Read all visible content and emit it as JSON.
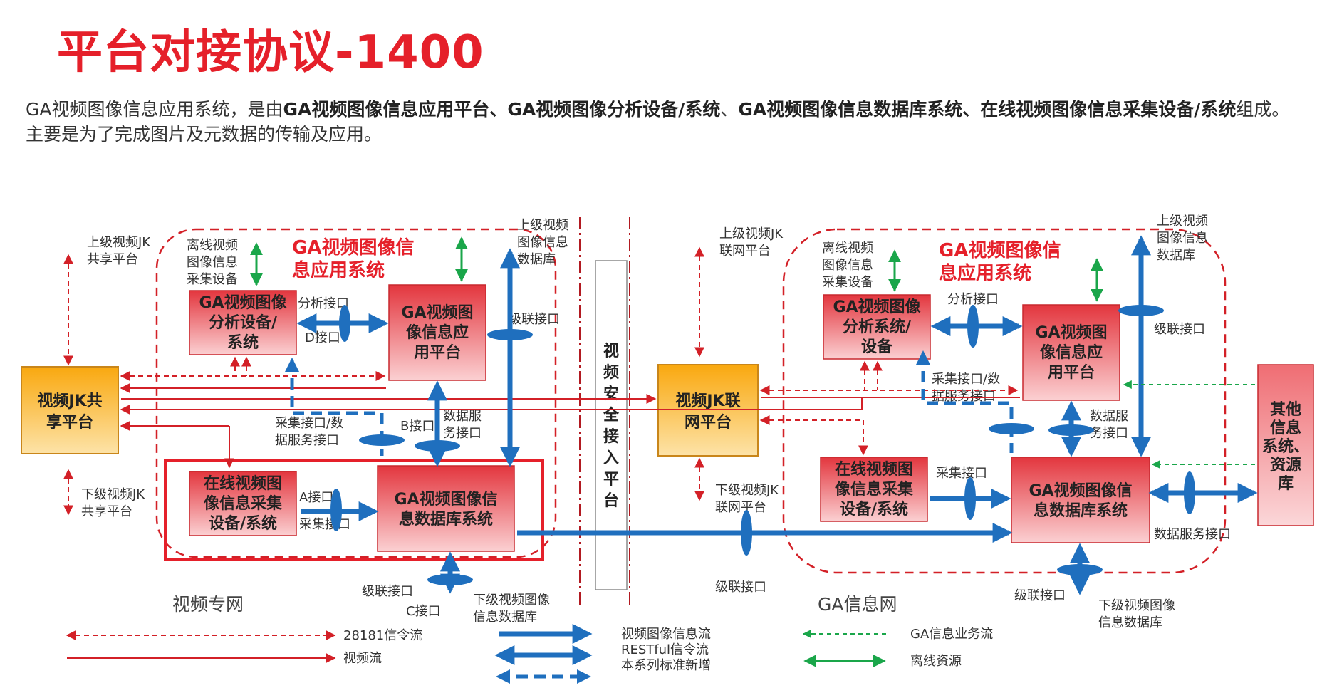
{
  "title": "平台对接协议-1400",
  "intro": {
    "p1": "GA视频图像信息应用系统，是由",
    "b1": "GA视频图像信息应用平台、GA视频图像分析设备/系统",
    "p2": "、",
    "b2": "GA视频图像信息数据库系统、在线视频图像信息采集设备/系统",
    "p3": "组成。主要是为了完成图片及元数据的传输及应用。"
  },
  "colors": {
    "title_red": "#e5202a",
    "box_red": "#e3363e",
    "box_orange": "#f5a623",
    "blue": "#1f6fbe",
    "green": "#1aa64a",
    "dashed_red": "#d32027"
  },
  "diagram": {
    "left": {
      "group_title_l1": "GA视频图像信",
      "group_title_l2": "息应用系统",
      "hub_l1": "视频JK共",
      "hub_l2": "享平台",
      "upper_jk_l1": "上级视频JK",
      "upper_jk_l2": "共享平台",
      "lower_jk_l1": "下级视频JK",
      "lower_jk_l2": "共享平台",
      "offline_l1": "离线视频",
      "offline_l2": "图像信息",
      "offline_l3": "采集设备",
      "analysis_l1": "GA视频图像",
      "analysis_l2": "分析设备/",
      "analysis_l3": "系统",
      "platform_l1": "GA视频图",
      "platform_l2": "像信息应",
      "platform_l3": "用平台",
      "online_l1": "在线视频图",
      "online_l2": "像信息采集",
      "online_l3": "设备/系统",
      "db_l1": "GA视频图像信",
      "db_l2": "息数据库系统",
      "if_analysis": "分析接口",
      "if_d": "D接口",
      "if_cascade": "级联接口",
      "if_collect_l1": "采集接口/数",
      "if_collect_l2": "据服务接口",
      "if_b": "B接口",
      "if_data_l1": "数据服",
      "if_data_l2": "务接口",
      "if_a": "A接口",
      "if_collect": "采集接口",
      "upper_db_l1": "上级视频",
      "upper_db_l2": "图像信息",
      "upper_db_l3": "数据库",
      "if_cascade_bottom": "级联接口",
      "if_c": "C接口",
      "lower_db_l1": "下级视频图像",
      "lower_db_l2": "信息数据库",
      "net_label": "视频专网"
    },
    "security": {
      "chars": [
        "视",
        "频",
        "安",
        "全",
        "接",
        "入",
        "平",
        "台"
      ]
    },
    "middle": {
      "jk_l1": "视频JK联",
      "jk_l2": "网平台",
      "upper_l1": "上级视频JK",
      "upper_l2": "联网平台",
      "lower_l1": "下级视频JK",
      "lower_l2": "联网平台",
      "cascade": "级联接口"
    },
    "right": {
      "group_title_l1": "GA视频图像信",
      "group_title_l2": "息应用系统",
      "offline_l1": "离线视频",
      "offline_l2": "图像信息",
      "offline_l3": "采集设备",
      "analysis_l1": "GA视频图像",
      "analysis_l2": "分析系统/",
      "analysis_l3": "设备",
      "platform_l1": "GA视频图",
      "platform_l2": "像信息应",
      "platform_l3": "用平台",
      "online_l1": "在线视频图",
      "online_l2": "像信息采集",
      "online_l3": "设备/系统",
      "db_l1": "GA视频图像信",
      "db_l2": "息数据库系统",
      "other_l1": "其他",
      "other_l2": "信息",
      "other_l3": "系统、",
      "other_l4": "资源",
      "other_l5": "库",
      "if_analysis": "分析接口",
      "if_cascade": "级联接口",
      "if_collect_l1": "采集接口/数",
      "if_collect_l2": "据服务接口",
      "if_data_l1": "数据服",
      "if_data_l2": "务接口",
      "if_collect": "采集接口",
      "if_data_service": "数据服务接口",
      "upper_db_l1": "上级视频",
      "upper_db_l2": "图像信息",
      "upper_db_l3": "数据库",
      "if_cascade_bottom": "级联接口",
      "lower_db_l1": "下级视频图像",
      "lower_db_l2": "信息数据库",
      "net_label": "GA信息网"
    }
  },
  "legend": {
    "signal_28181": "28181信令流",
    "video_flow": "视频流",
    "image_info_flow": "视频图像信息流",
    "restful": "RESTful信令流",
    "new_std": "本系列标准新增",
    "ga_business": "GA信息业务流",
    "offline_resource": "离线资源"
  }
}
